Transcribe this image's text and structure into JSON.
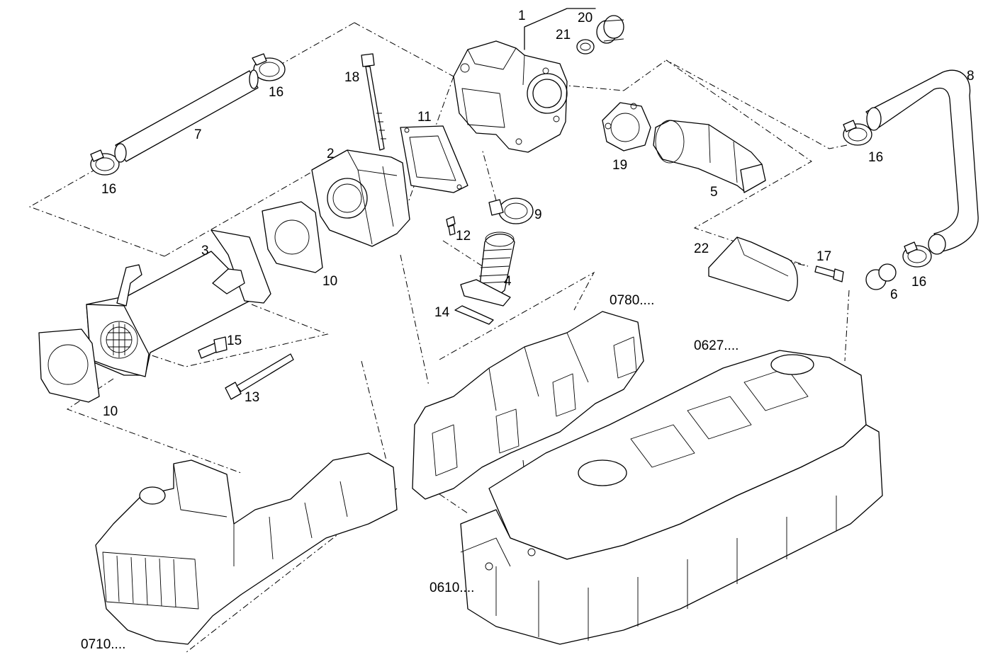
{
  "labels": {
    "p1": "1",
    "p20": "20",
    "p21": "21",
    "p8": "8",
    "p18": "18",
    "p16a": "16",
    "p11": "11",
    "p19": "19",
    "p7": "7",
    "p16b": "16",
    "p2": "2",
    "p5": "5",
    "p16c": "16",
    "p9": "9",
    "p12": "12",
    "p3": "3",
    "p22": "22",
    "p17": "17",
    "p4": "4",
    "p10a": "10",
    "p6": "6",
    "p16d": "16",
    "p14": "14",
    "ref0780": "0780....",
    "p15": "15",
    "ref0627": "0627....",
    "p13": "13",
    "p10b": "10",
    "ref0610": "0610....",
    "ref0710": "0710...."
  }
}
